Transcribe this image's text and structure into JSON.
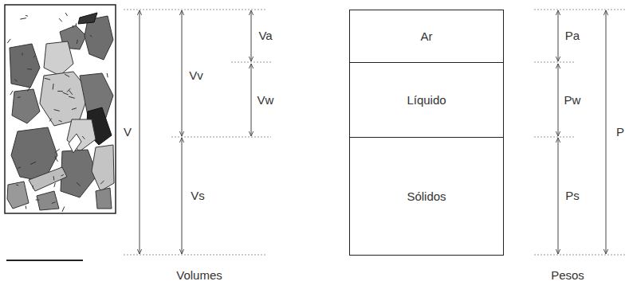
{
  "diagram": {
    "nodes": [
      {
        "text": [
          "Ar"
        ]
      },
      {
        "text": [
          "Líquido"
        ]
      },
      {
        "text": [
          "Sólidos"
        ]
      }
    ],
    "labels": [
      "V",
      "Vv",
      "Va",
      "Vw",
      "Vs",
      "Pa",
      "Pw",
      "Ps",
      "P",
      "Volumes",
      "Pesos"
    ]
  }
}
